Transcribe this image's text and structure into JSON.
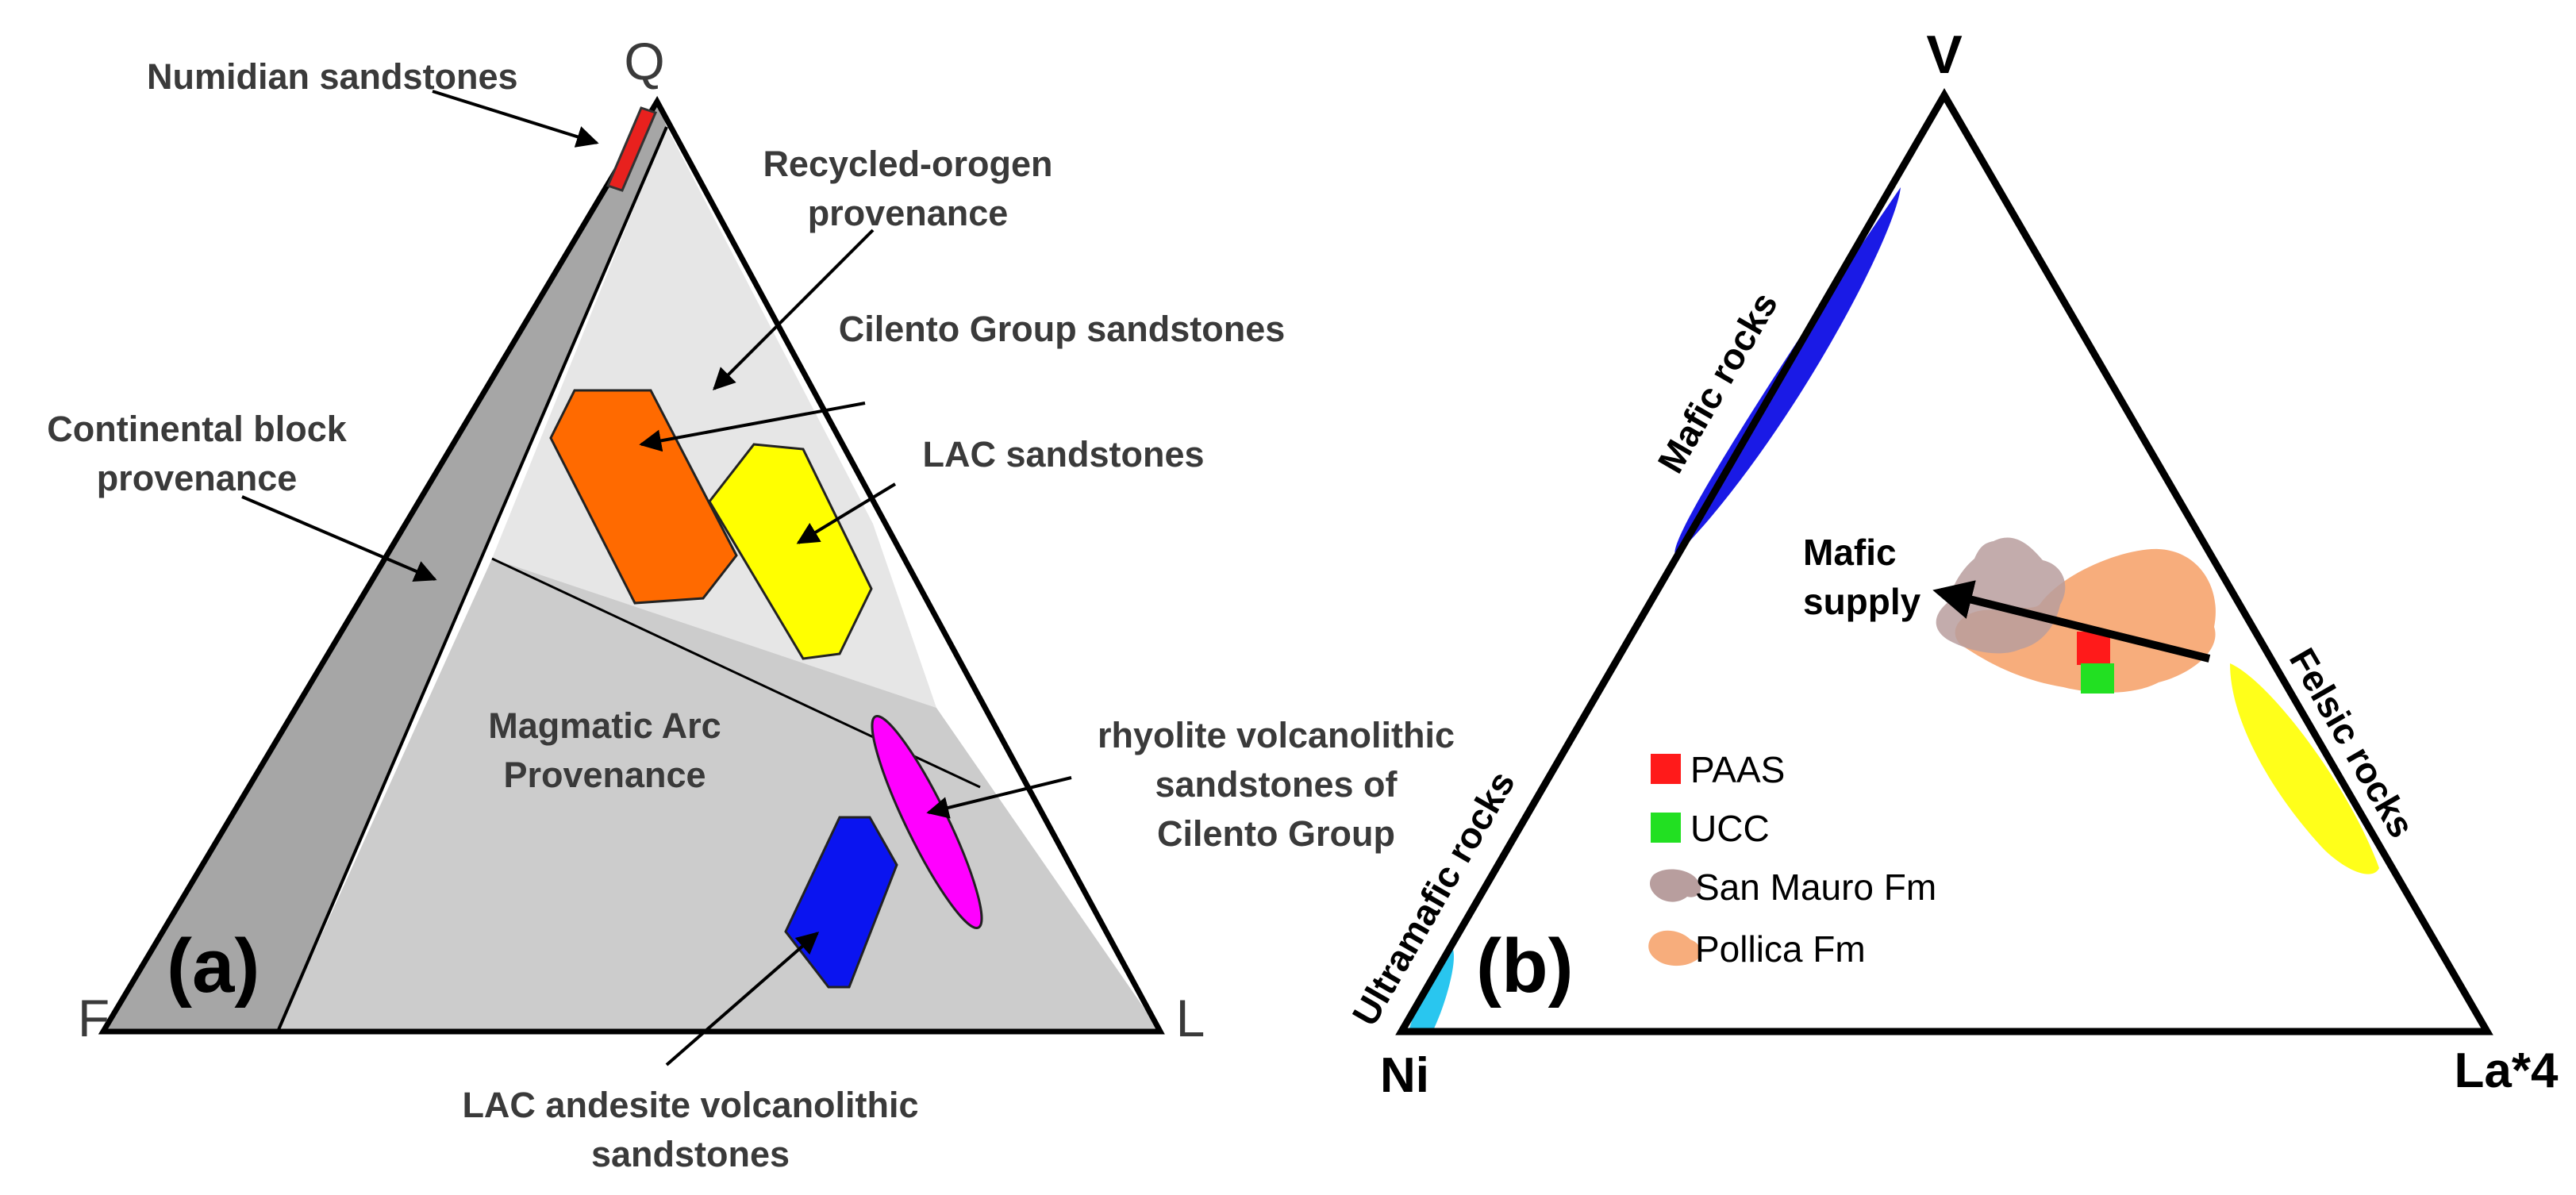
{
  "panel_a": {
    "panel_label": "(a)",
    "apex_top": "Q",
    "apex_left": "F",
    "apex_right": "L",
    "labels": {
      "numidian": "Numidian sandstones",
      "recycled_line1": "Recycled-orogen",
      "recycled_line2": "provenance",
      "cilento": "Cilento Group sandstones",
      "lac": "LAC sandstones",
      "continental_line1": "Continental block",
      "continental_line2": "provenance",
      "magmatic_line1": "Magmatic Arc",
      "magmatic_line2": "Provenance",
      "rhyolite_line1": "rhyolite volcanolithic",
      "rhyolite_line2": "sandstones of",
      "rhyolite_line3": "Cilento Group",
      "andesite_line1": "LAC andesite volcanolithic",
      "andesite_line2": "sandstones"
    },
    "colors": {
      "numidian": "#e8211e",
      "cilento": "#ff6a00",
      "lac": "#ffff00",
      "rhyolite": "#ff00ff",
      "andesite": "#0a14f0",
      "continental_field": "#a6a6a6",
      "recycled_field": "#e6e6e6",
      "magmatic_field": "#cccccc"
    }
  },
  "panel_b": {
    "panel_label": "(b)",
    "apex_top": "V",
    "apex_left": "Ni",
    "apex_right": "La*4",
    "side_labels": {
      "mafic_rocks": "Mafic rocks",
      "felsic_rocks": "Felsic rocks",
      "ultramafic_rocks": "Ultramafic rocks"
    },
    "arrow_label_line1": "Mafic",
    "arrow_label_line2": "supply",
    "legend": [
      {
        "label": "PAAS",
        "color": "#ff1a1a",
        "shape": "square"
      },
      {
        "label": "UCC",
        "color": "#22e022",
        "shape": "square"
      },
      {
        "label": "San Mauro Fm",
        "color": "#b89e9e",
        "shape": "blob"
      },
      {
        "label": "Pollica Fm",
        "color": "#f7ad7c",
        "shape": "blob"
      }
    ],
    "colors": {
      "mafic": "#1a1ae6",
      "felsic": "#ffff1a",
      "ultramafic": "#29c6ef"
    }
  }
}
